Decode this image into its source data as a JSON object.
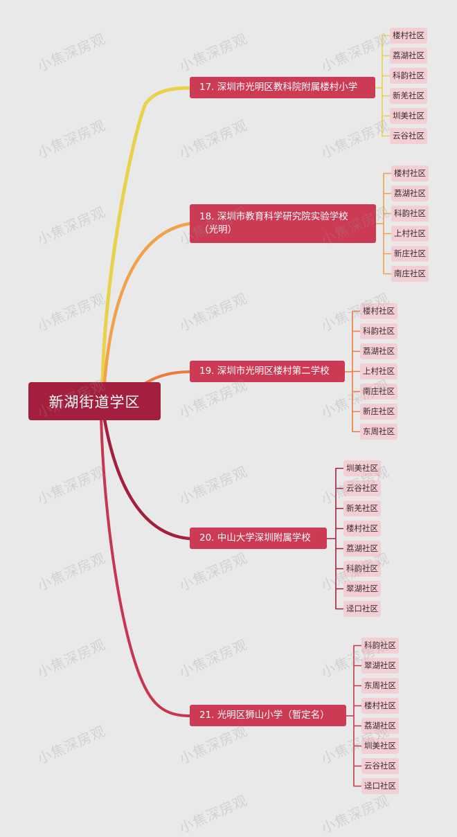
{
  "root": {
    "label": "新湖街道学区"
  },
  "watermark": "小焦深房观",
  "colors": {
    "root": "#a41f3d",
    "school": "#cd3a54",
    "leaf": "#f3cfd5",
    "branch_17": "#e9d24a",
    "branch_18": "#f0a14a",
    "branch_19": "#ec7a3c",
    "branch_20": "#a41f3d",
    "branch_21": "#c8354e"
  },
  "schools": [
    {
      "label": "17. 深圳市光明区教科院附属楼村小学",
      "communities": [
        "楼村社区",
        "荔湖社区",
        "科韵社区",
        "新羌社区",
        "圳美社区",
        "云谷社区"
      ]
    },
    {
      "label": "18. 深圳市教育科学研究院实验学校（光明）",
      "communities": [
        "楼村社区",
        "荔湖社区",
        "科韵社区",
        "上村社区",
        "新庄社区",
        "南庄社区"
      ]
    },
    {
      "label": "19. 深圳市光明区楼村第二学校",
      "communities": [
        "楼村社区",
        "科韵社区",
        "荔湖社区",
        "上村社区",
        "南庄社区",
        "新庄社区",
        "东周社区"
      ]
    },
    {
      "label": "20. 中山大学深圳附属学校",
      "communities": [
        "圳美社区",
        "云谷社区",
        "新羌社区",
        "楼村社区",
        "荔湖社区",
        "科韵社区",
        "翠湖社区",
        "迳口社区"
      ]
    },
    {
      "label": "21. 光明区狮山小学（暂定名）",
      "communities": [
        "科韵社区",
        "翠湖社区",
        "东周社区",
        "楼村社区",
        "荔湖社区",
        "圳美社区",
        "云谷社区",
        "迳口社区"
      ]
    }
  ]
}
